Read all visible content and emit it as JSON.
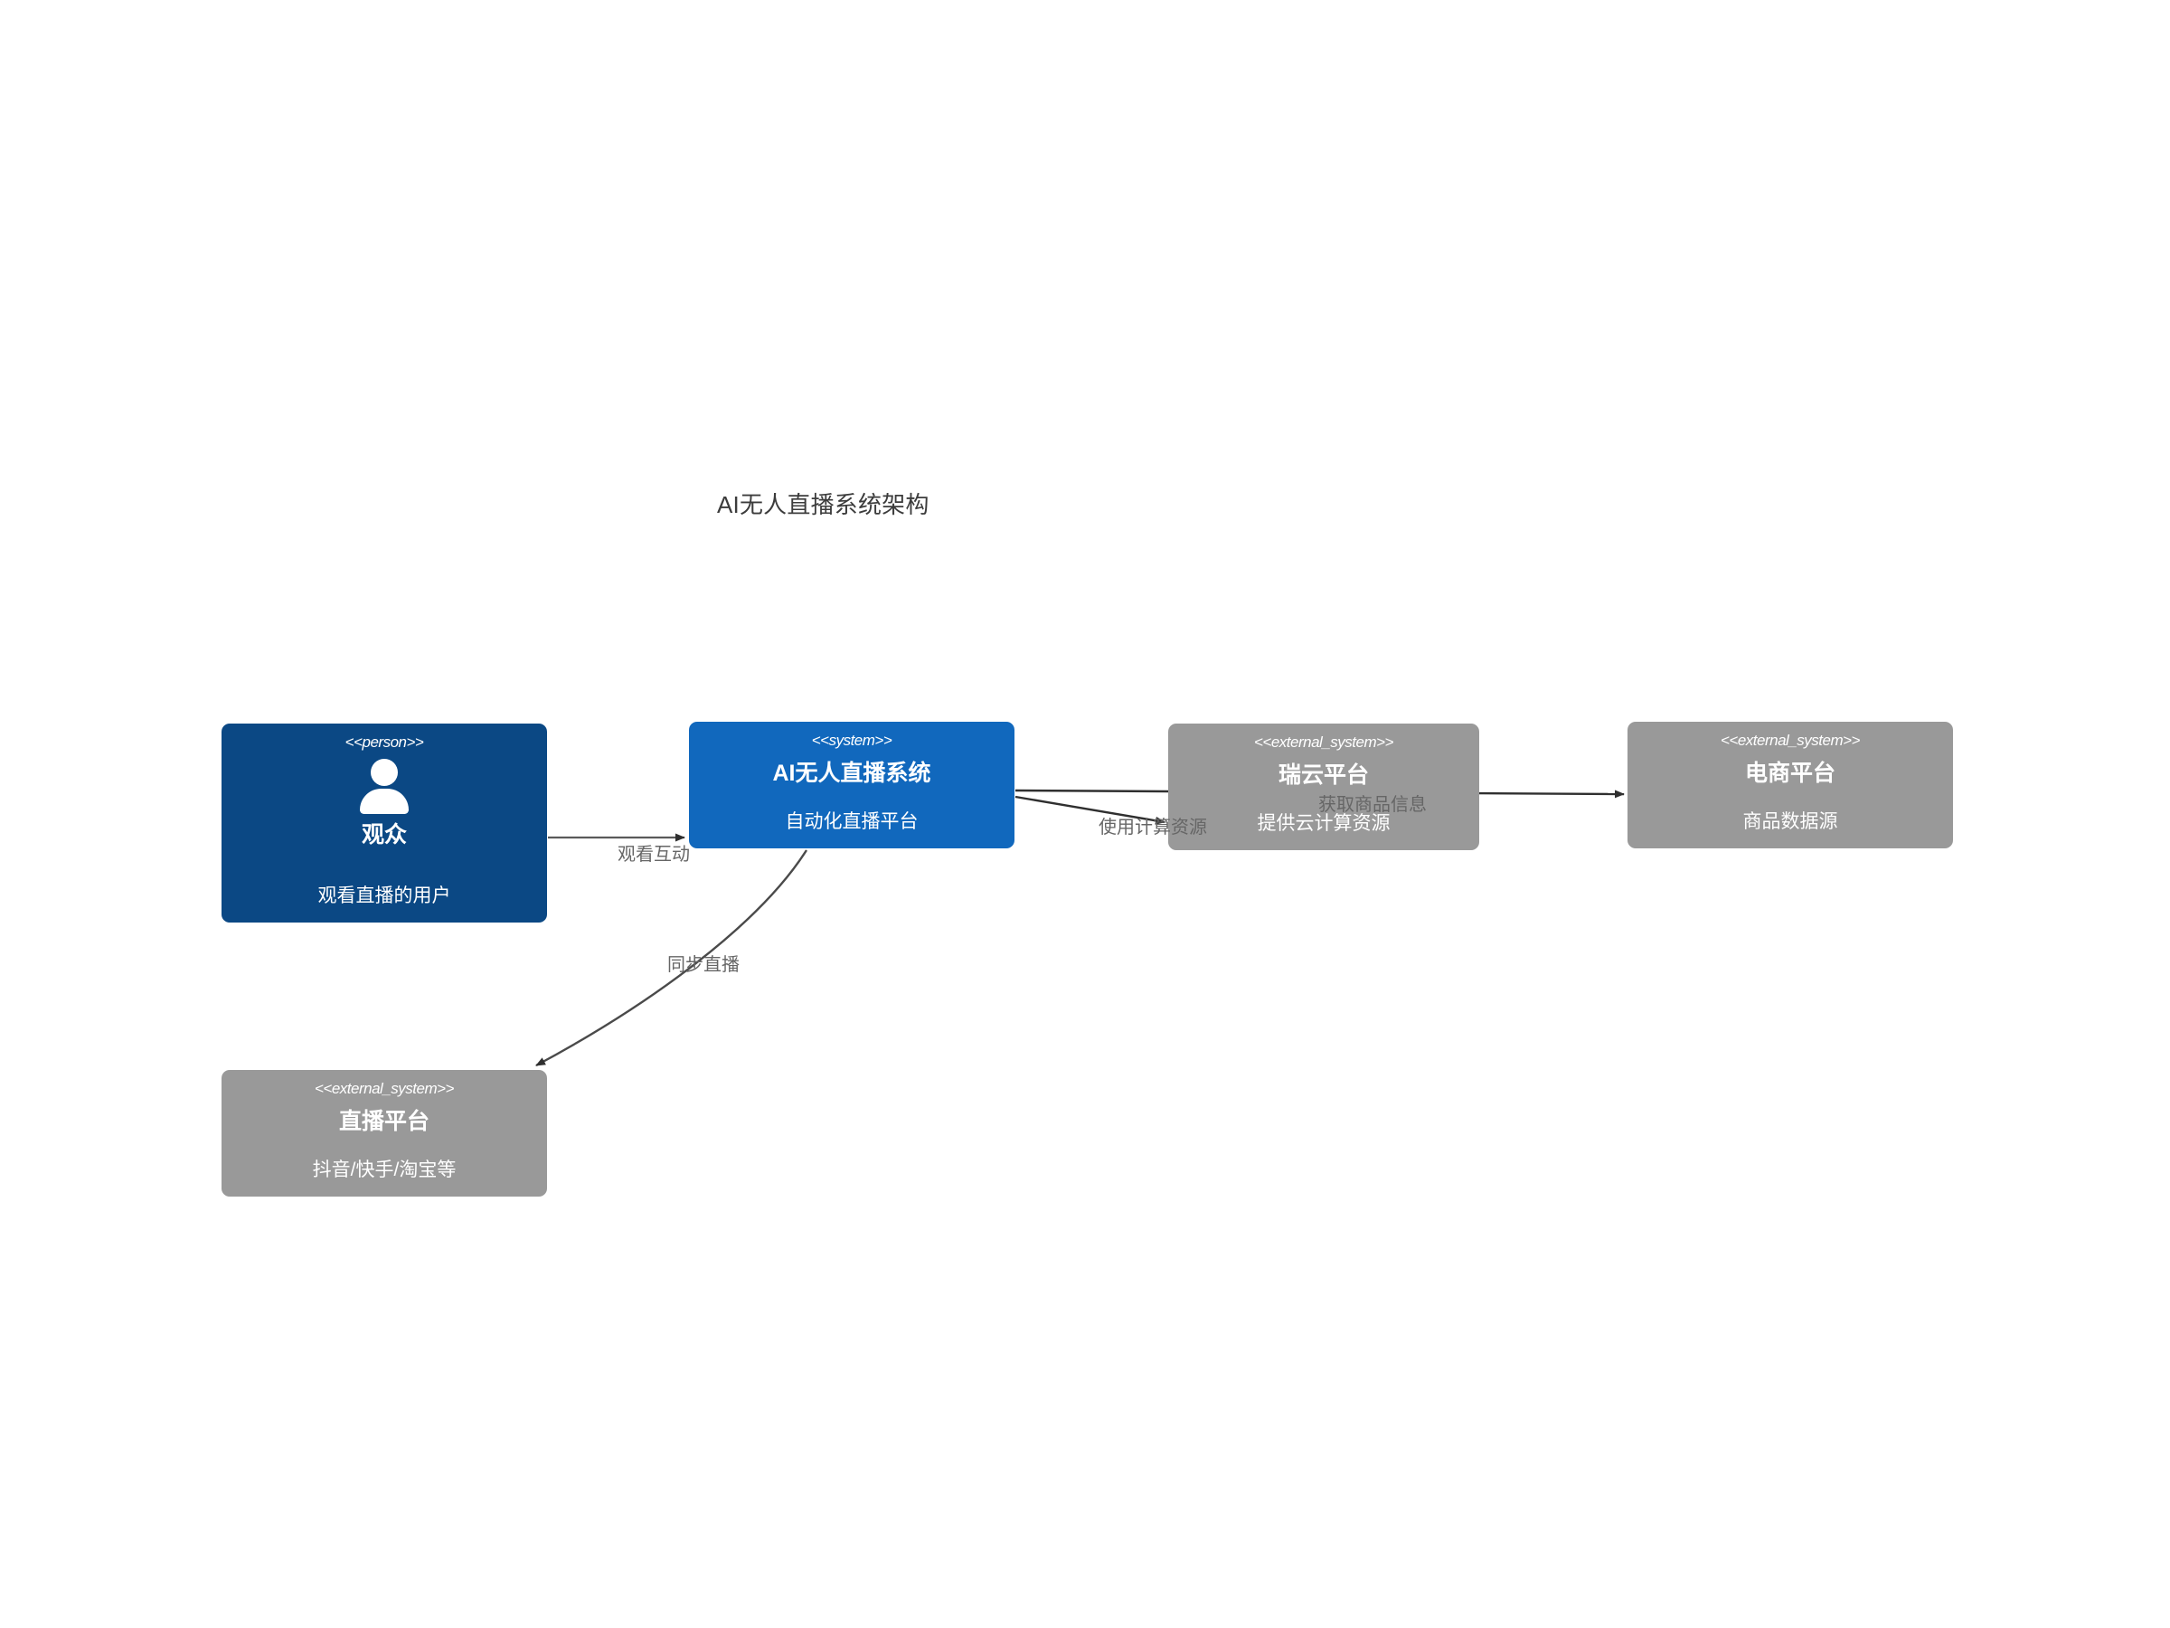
{
  "diagram": {
    "title": "AI无人直播系统架构",
    "type": "c4-context",
    "background": "#ffffff",
    "colors": {
      "person": "#0b4884",
      "system": "#1168bd",
      "external_system": "#999999",
      "edge": "#3c3c3c",
      "edge_label": "#666666",
      "title_text": "#3c3c3c"
    }
  },
  "nodes": [
    {
      "id": "person",
      "stereotype": "<<person>>",
      "title": "观众",
      "description": "观看直播的用户",
      "kind": "person",
      "icon": "person-icon"
    },
    {
      "id": "system",
      "stereotype": "<<system>>",
      "title": "AI无人直播系统",
      "description": "自动化直播平台",
      "kind": "system"
    },
    {
      "id": "cloud",
      "stereotype": "<<external_system>>",
      "title": "瑞云平台",
      "description": "提供云计算资源",
      "kind": "external_system"
    },
    {
      "id": "ecommerce",
      "stereotype": "<<external_system>>",
      "title": "电商平台",
      "description": "商品数据源",
      "kind": "external_system"
    },
    {
      "id": "livestream",
      "stereotype": "<<external_system>>",
      "title": "直播平台",
      "description": "抖音/快手/淘宝等",
      "kind": "external_system"
    }
  ],
  "edges": [
    {
      "id": "watch",
      "from": "person",
      "to": "system",
      "label": "观看互动"
    },
    {
      "id": "compute",
      "from": "system",
      "to": "cloud",
      "label": "使用计算资源"
    },
    {
      "id": "product",
      "from": "system",
      "to": "ecommerce",
      "label": "获取商品信息"
    },
    {
      "id": "sync",
      "from": "system",
      "to": "livestream",
      "label": "同步直播"
    }
  ]
}
